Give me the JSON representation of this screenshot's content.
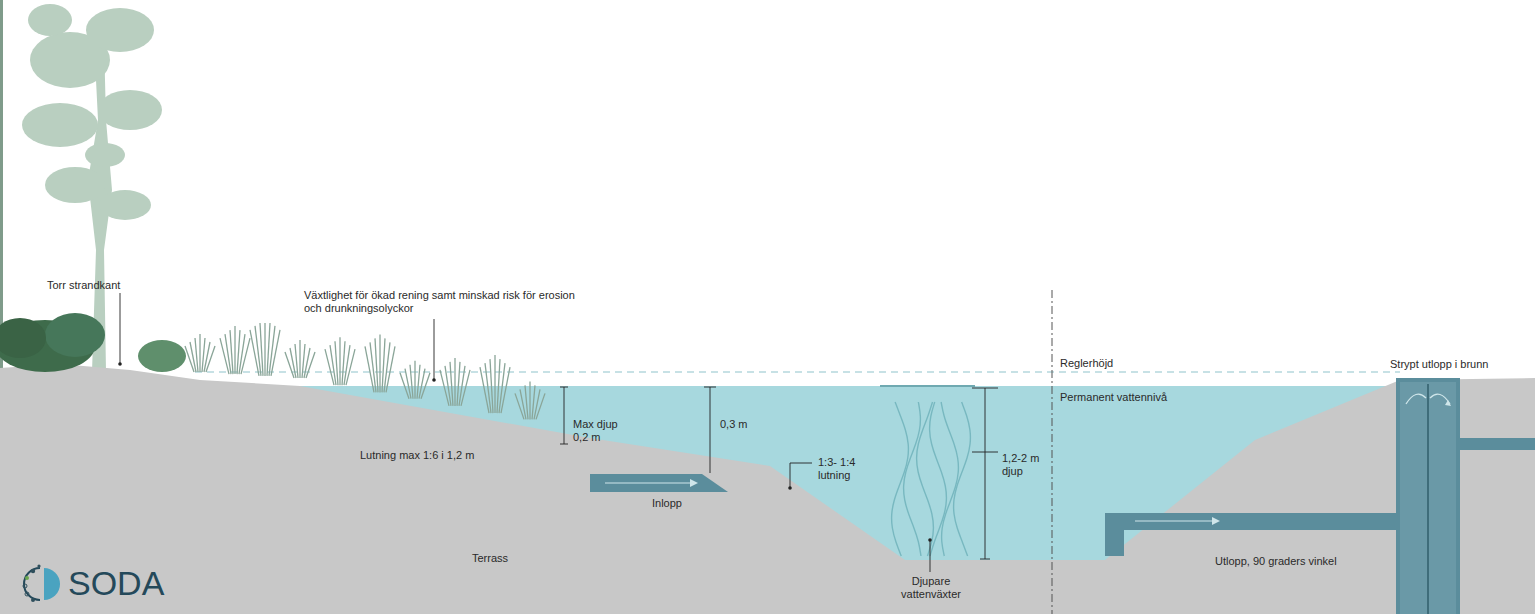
{
  "diagram": {
    "labels": [
      "Torr strandkant",
      "Växtlighet för ökad rening samt minskad risk för erosion och drunkningsolyckor",
      "Reglerhöjd",
      "Strypt utlopp i brunn",
      "Permanent vattennivå",
      "Max djup 0,2 m",
      "0,3 m",
      "1,2-2 m djup",
      "Lutning max 1:6 i 1,2 m",
      "Inlopp",
      "1:3- 1:4 lutning",
      "Utlopp, 90 graders vinkel",
      "Terrass",
      "SODA",
      "Djupare vattenväxter"
    ]
  }
}
